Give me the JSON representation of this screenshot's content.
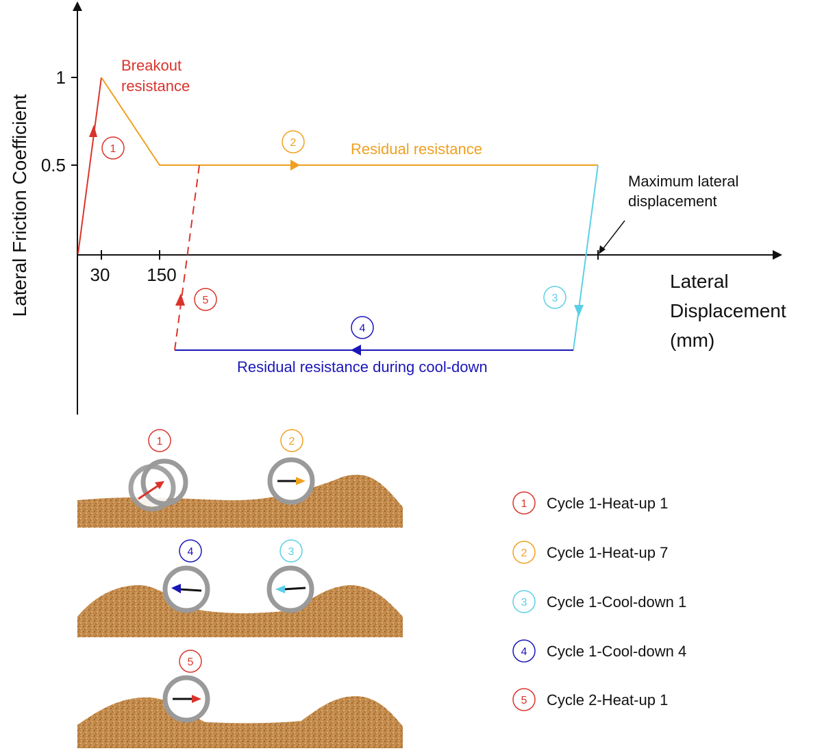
{
  "colors": {
    "red": "#d9342b",
    "orange": "#f0a020",
    "cyan": "#5ccfe6",
    "blue": "#1a16b8",
    "soil": "#c48a4a",
    "axis": "#111111",
    "pipe": "#9a9a9a"
  },
  "axes": {
    "y_title": "Lateral Friction Coefficient",
    "x_title_line1": "Lateral",
    "x_title_line2": "Displacement",
    "x_title_line3": "(mm)",
    "y_ticks": [
      "1",
      "0.5"
    ],
    "x_ticks": [
      "30",
      "150"
    ]
  },
  "annotations": {
    "breakout_line1": "Breakout",
    "breakout_line2": "resistance",
    "residual": "Residual resistance",
    "cooldown": "Residual resistance during cool-down",
    "max_line1": "Maximum lateral",
    "max_line2": "displacement"
  },
  "markers": {
    "m1": "1",
    "m2": "2",
    "m3": "3",
    "m4": "4",
    "m5": "5"
  },
  "legend": [
    {
      "num": "1",
      "label": "Cycle 1-Heat-up 1",
      "color": "red"
    },
    {
      "num": "2",
      "label": "Cycle 1-Heat-up 7",
      "color": "orange"
    },
    {
      "num": "3",
      "label": "Cycle 1-Cool-down 1",
      "color": "cyan"
    },
    {
      "num": "4",
      "label": "Cycle 1-Cool-down 4",
      "color": "blue"
    },
    {
      "num": "5",
      "label": "Cycle 2-Heat-up 1",
      "color": "red"
    }
  ],
  "icons": {
    "pipe": "pipe-cross-section-icon",
    "soil": "soil-berm-icon",
    "arrow": "direction-arrow-icon"
  }
}
